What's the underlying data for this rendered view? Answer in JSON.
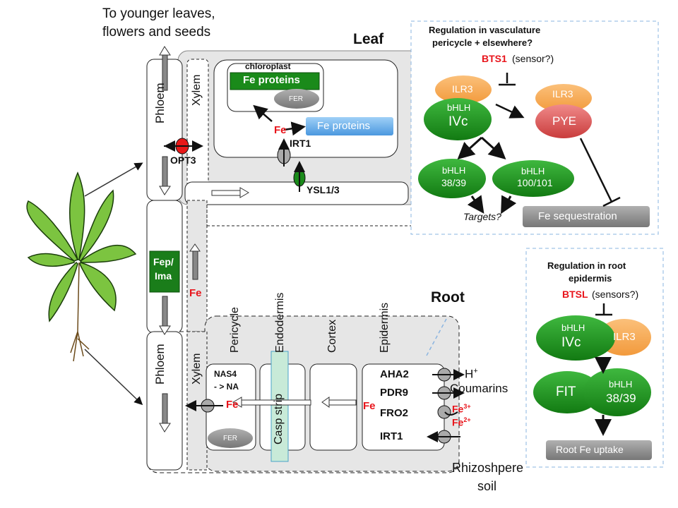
{
  "top_text_line1": "To younger leaves,",
  "top_text_line2": "flowers and seeds",
  "leaf_title": "Leaf",
  "root_title": "Root",
  "phloem_top": "Phloem",
  "xylem_top": "Xylem",
  "phloem_bottom": "Phloem",
  "xylem_bottom": "Xylem",
  "chloroplast": "chloroplast",
  "fe_proteins_green": "Fe proteins",
  "fe_proteins_blue": "Fe proteins",
  "fer_leaf": "FER",
  "fe_leaf": "Fe",
  "irt1_leaf": "IRT1",
  "ysl": "YSL1/3",
  "opt3": "OPT3",
  "fep_ima_line1": "Fep/",
  "fep_ima_line2": "Ima",
  "fe_side": "Fe",
  "vasc": {
    "title_line1": "Regulation in vasculature",
    "title_line2": "pericycle + elsewhere?",
    "bts1": "BTS1",
    "bts1_note": "(sensor?)",
    "ilr3_a": "ILR3",
    "ilr3_b": "ILR3",
    "bhlh_ivc_top": "bHLH",
    "bhlh_ivc_main": "IVc",
    "pye": "PYE",
    "bhlh3839_top": "bHLH",
    "bhlh3839_main": "38/39",
    "bhlh100_top": "bHLH",
    "bhlh100_main": "100/101",
    "targets": "Targets?",
    "fe_seq": "Fe sequestration"
  },
  "rootreg": {
    "title_line1": "Regulation in root",
    "title_line2": "epidermis",
    "btsl": "BTSL",
    "btsl_note": "(sensors?)",
    "bhlh_top": "bHLH",
    "ivc": "IVc",
    "ilr3": "ILR3",
    "fit": "FIT",
    "bhlh3839_top": "bHLH",
    "bhlh3839_main": "38/39",
    "uptake": "Root Fe uptake"
  },
  "layers": {
    "pericycle": "Pericycle",
    "endodermis": "Endodermis",
    "cortex": "Cortex",
    "epidermis": "Epidermis"
  },
  "casp": "Casp strip",
  "nas_line1": "NAS4",
  "nas_line2": "- > NA",
  "fe_peri": "Fe",
  "fer_root": "FER",
  "fe_epi": "Fe",
  "aha2": "AHA2",
  "pdr9": "PDR9",
  "fro2": "FRO2",
  "irt1_root": "IRT1",
  "hplus": "H",
  "hplus_sup": "+",
  "coumarins": "Coumarins",
  "fe3": "Fe",
  "fe3_sup": "3+",
  "fe2": "Fe",
  "fe2_sup": "2+",
  "rhizo_line1": "Rhizoshpere",
  "rhizo_line2": "soil",
  "colors": {
    "fe_red": "#e8141b",
    "green_dark": "#1a8a1a",
    "orange": "#f7a64e",
    "pye_red": "#d84a4a",
    "blue": "#5aa8e8",
    "grey": "#8a8a8a"
  }
}
